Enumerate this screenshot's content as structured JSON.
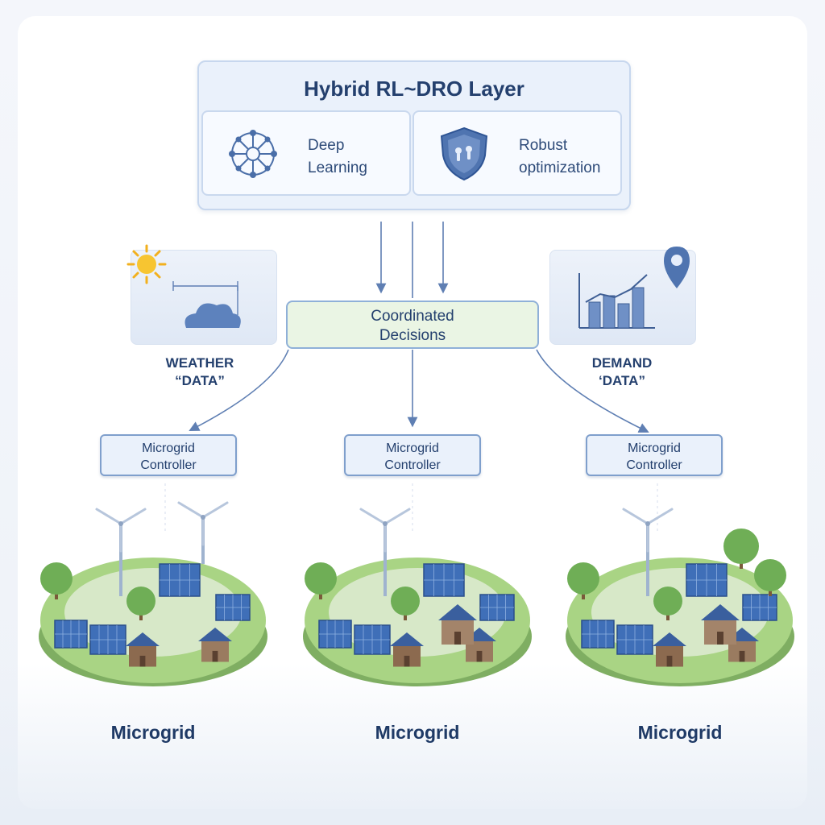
{
  "rl_layer": {
    "title": "Hybrid RL~DRO Layer",
    "modules": [
      {
        "icon": "neural-network-icon",
        "line1": "Deep",
        "line2": "Learning"
      },
      {
        "icon": "shield-icon",
        "line1": "Robust",
        "line2": "optimization"
      }
    ]
  },
  "coordinator": {
    "line1": "Coordinated",
    "line2": "Decisions"
  },
  "inputs": {
    "weather": {
      "icon": "sun-cloud-icon",
      "line1": "WEATHER",
      "line2": "“DATA”"
    },
    "demand": {
      "icon": "bar-chart-icon",
      "line1": "DEMAND",
      "line2": "‘DATA”"
    }
  },
  "controllers": [
    {
      "line1": "Microgrid",
      "line2": "Controller"
    },
    {
      "line1": "Microgrid",
      "line2": "Controller"
    },
    {
      "line1": "Microgrid",
      "line2": "Controller"
    }
  ],
  "microgrids": [
    {
      "label": "Microgrid"
    },
    {
      "label": "Microgrid"
    },
    {
      "label": "Microgrid"
    }
  ],
  "colors": {
    "primary": "#24406e",
    "connector": "#5f7fb3",
    "panel": "#eaf1fb",
    "coordinator_fill": "#eaf5e4",
    "grass": "#9ccf7a",
    "solar": "#3f6fb8"
  }
}
